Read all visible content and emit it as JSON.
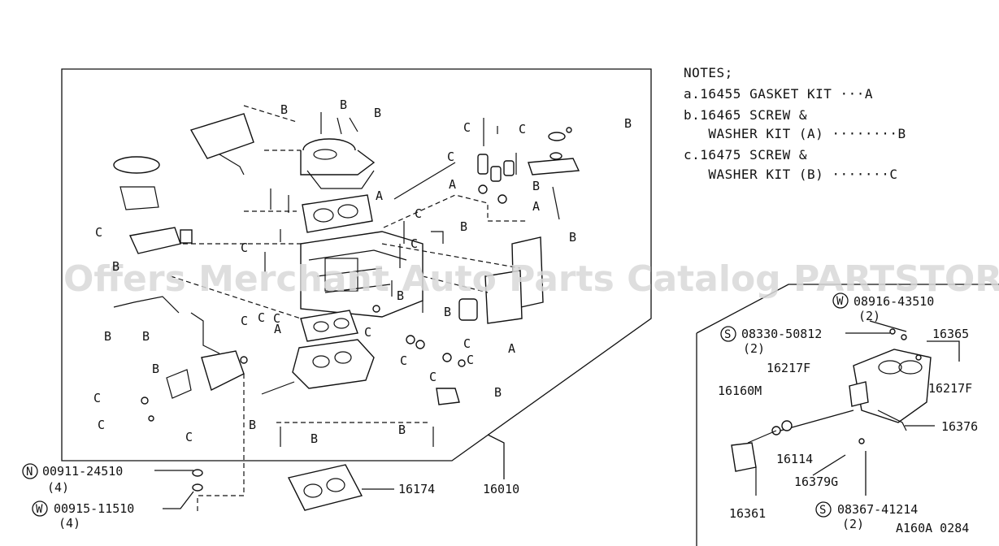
{
  "notes": {
    "heading": "NOTES;",
    "lines": [
      "a.16455 GASKET KIT ···A",
      "b.16465 SCREW &",
      "   WASHER KIT (A) ········B",
      "c.16475 SCREW &",
      "   WASHER KIT (B) ·······C"
    ]
  },
  "watermark": "Offers Merchant Auto Parts Catalog PARTSTORE.SA",
  "main_parts": {
    "assembly": "16010",
    "gasket": "16174",
    "nut": {
      "prefix": "N",
      "number": "00911-24510",
      "qty": "(4)"
    },
    "washer": {
      "prefix": "W",
      "number": "00915-11510",
      "qty": "(4)"
    }
  },
  "inset_parts": {
    "washer": {
      "prefix": "W",
      "number": "08916-43510",
      "qty": "(2)"
    },
    "screw1": {
      "prefix": "S",
      "number": "08330-50812",
      "qty": "(2)"
    },
    "screw2": {
      "prefix": "S",
      "number": "08367-41214",
      "qty": "(2)"
    },
    "p16365": "16365",
    "p16217f_a": "16217F",
    "p16217f_b": "16217F",
    "p16160m": "16160M",
    "p16376": "16376",
    "p16114": "16114",
    "p16379g": "16379G",
    "p16361": "16361"
  },
  "letters": {
    "A": "A",
    "B": "B",
    "C": "C"
  },
  "figure_code": "A160A 0284"
}
